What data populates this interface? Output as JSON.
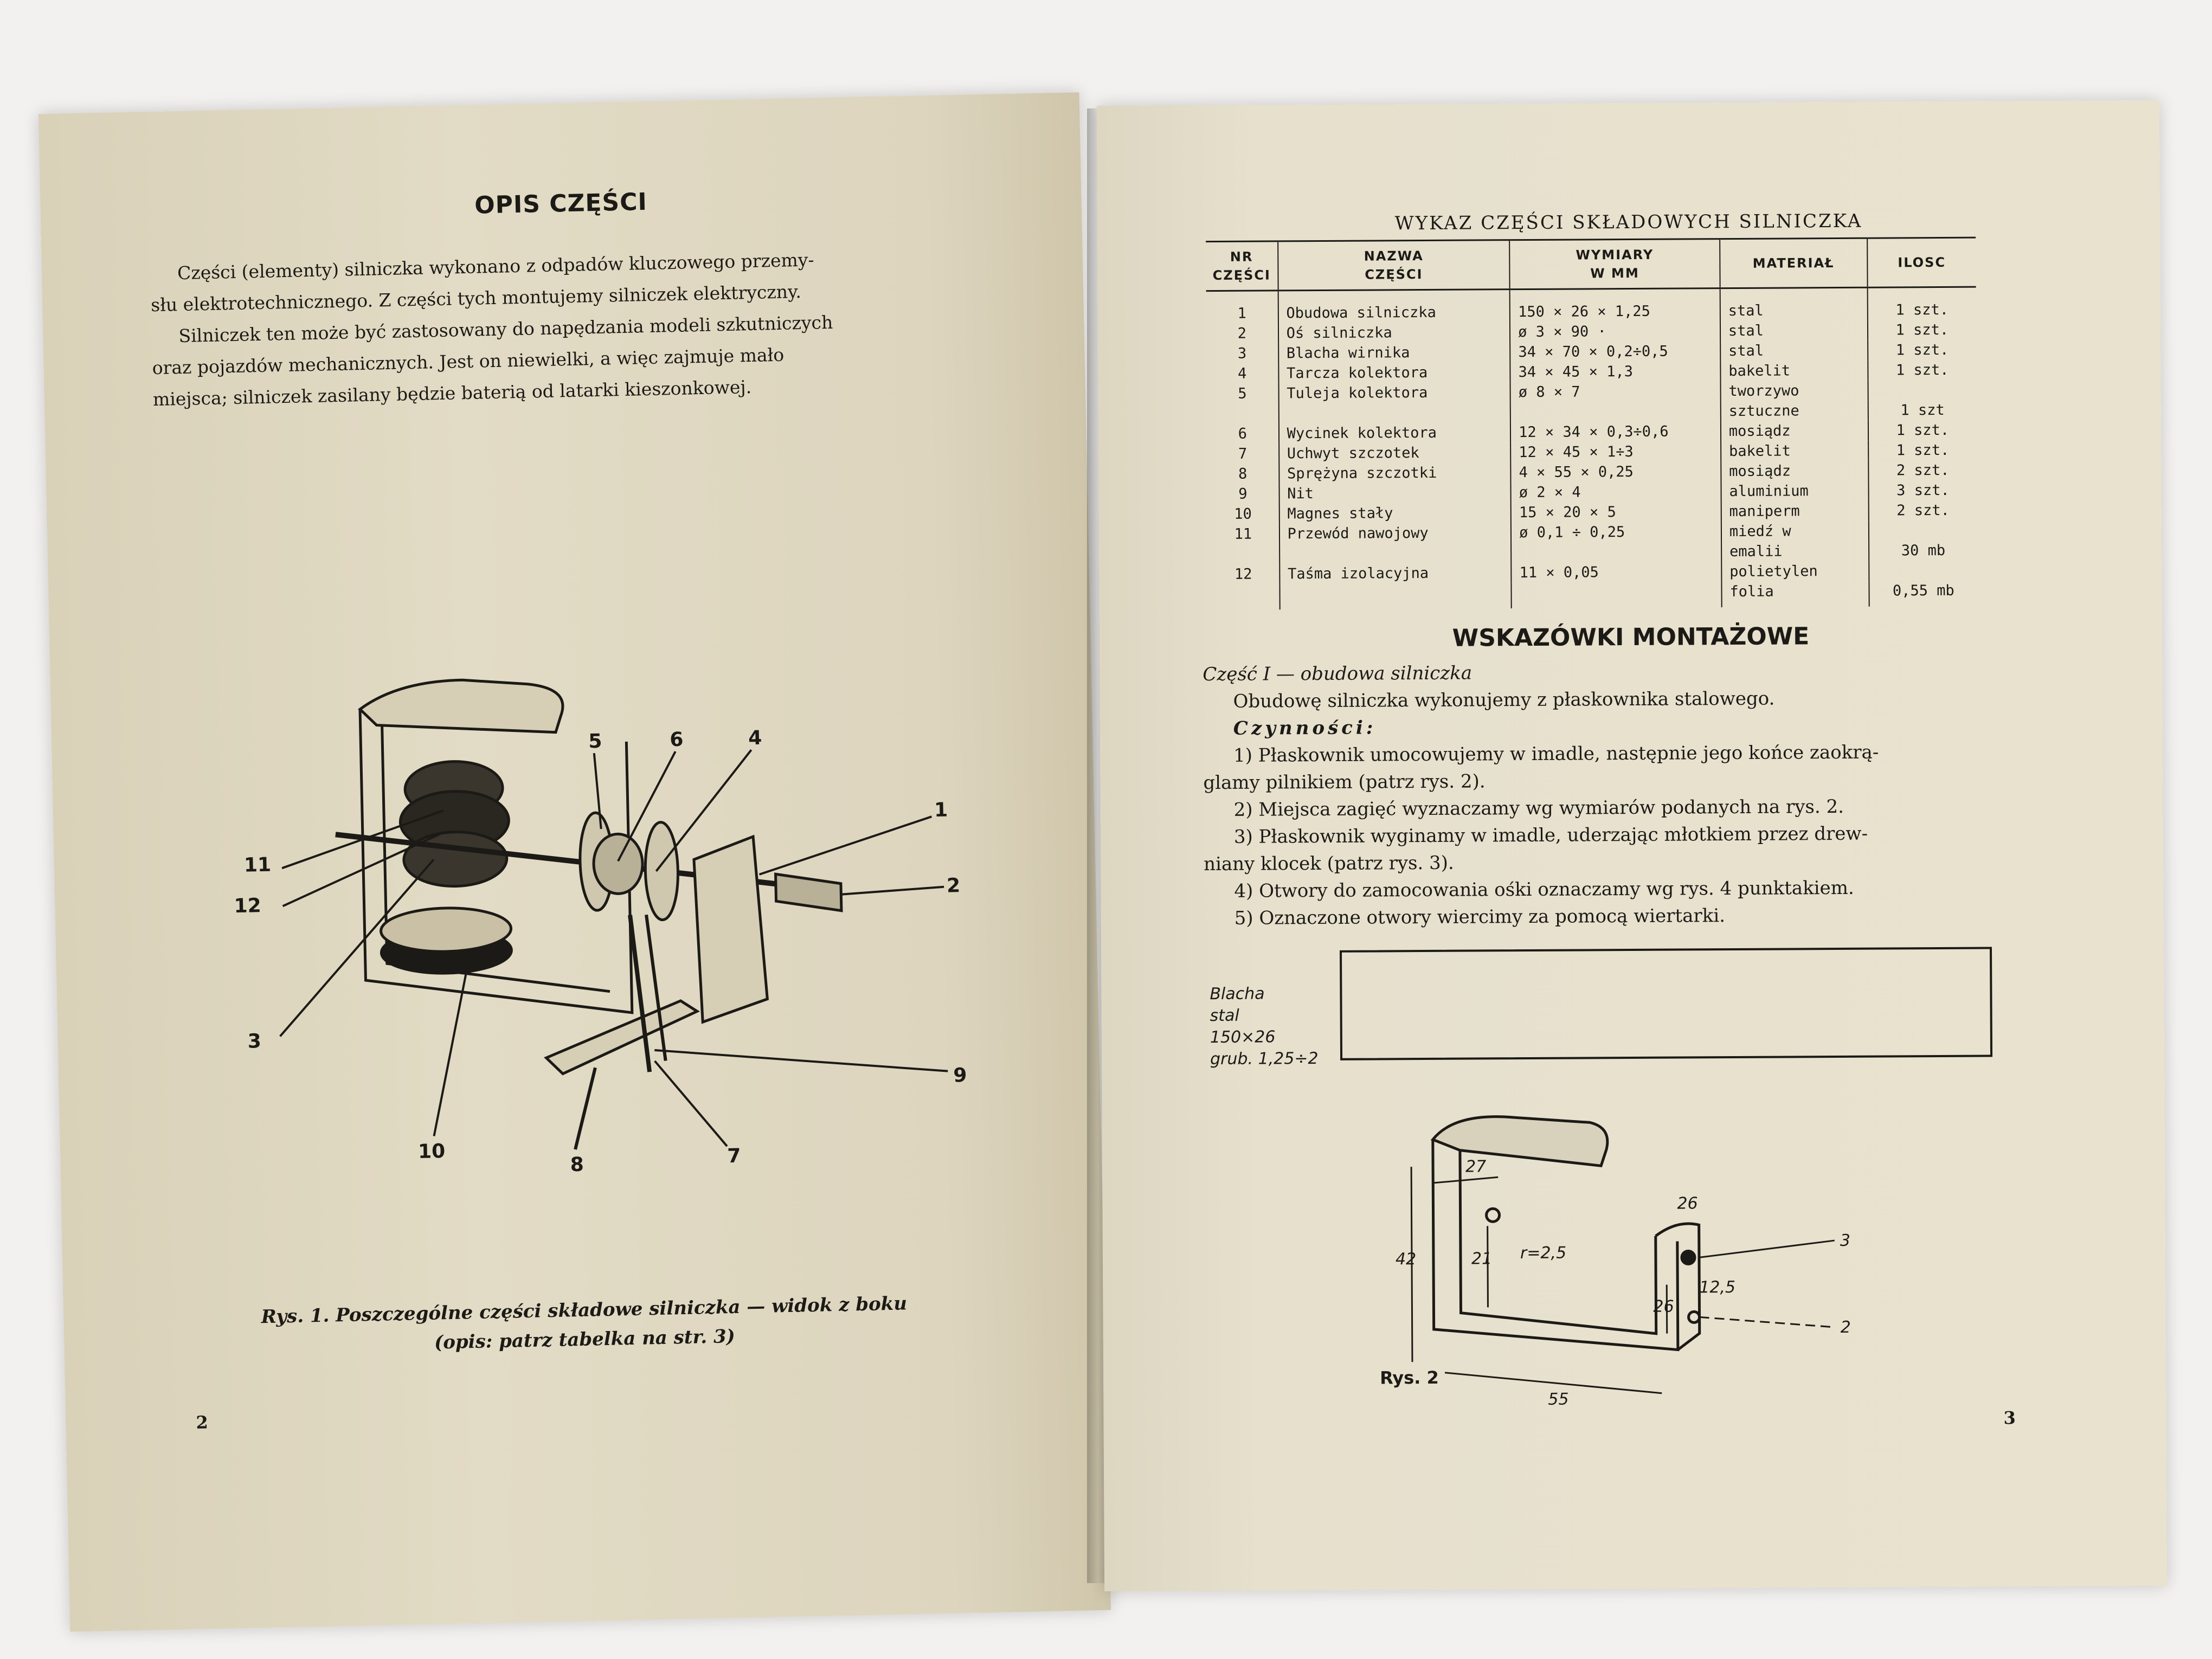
{
  "left_page": {
    "title": "OPIS CZĘŚCI",
    "intro_lines": [
      "Części (elementy) silniczka wykonano z odpadów kluczowego przemy-",
      "słu elektrotechnicznego. Z części tych montujemy silniczek elektryczny.",
      "Silniczek ten może być zastosowany do napędzania modeli szkutniczych",
      "oraz pojazdów mechanicznych. Jest on niewielki, a więc zajmuje mało",
      "miejsca; silniczek zasilany będzie baterią od latarki kieszonkowej."
    ],
    "figure_labels": {
      "l5": "5",
      "l6": "6",
      "l4": "4",
      "l11": "11",
      "l12": "12",
      "l3": "3",
      "l1": "1",
      "l2": "2",
      "l9": "9",
      "l10": "10",
      "l8": "8",
      "l7": "7"
    },
    "caption_line1": "Rys. 1. Poszczególne części składowe silniczka — widok z boku",
    "caption_line2": "(opis: patrz tabelka na str. 3)",
    "page_number": "2"
  },
  "right_page": {
    "table_title": "WYKAZ CZĘŚCI SKŁADOWYCH SILNICZKA",
    "headers": {
      "nr": [
        "NR",
        "CZĘŚCI"
      ],
      "name": [
        "NAZWA",
        "CZĘŚCI"
      ],
      "dims": [
        "WYMIARY",
        "W MM"
      ],
      "material": [
        "MATERIAŁ"
      ],
      "qty": [
        "ILOSC"
      ]
    },
    "rows": [
      {
        "nr": "1",
        "name": "Obudowa silniczka",
        "dims": "150 × 26 × 1,25",
        "material": "stal",
        "qty": "1 szt."
      },
      {
        "nr": "2",
        "name": "Oś silniczka",
        "dims": "ø 3 × 90 ·",
        "material": "stal",
        "qty": "1 szt."
      },
      {
        "nr": "3",
        "name": "Blacha wirnika",
        "dims": "34 × 70 × 0,2÷0,5",
        "material": "stal",
        "qty": "1 szt."
      },
      {
        "nr": "4",
        "name": "Tarcza kolektora",
        "dims": "34 × 45 × 1,3",
        "material": "bakelit",
        "qty": "1 szt."
      },
      {
        "nr": "5",
        "name": "Tuleja kolektora",
        "dims": "ø 8 × 7",
        "material": "tworzywo",
        "qty": ""
      },
      {
        "nr": "",
        "name": "",
        "dims": "",
        "material": "sztuczne",
        "qty": "1 szt"
      },
      {
        "nr": "6",
        "name": "Wycinek kolektora",
        "dims": "12 × 34 × 0,3÷0,6",
        "material": "mosiądz",
        "qty": "1 szt."
      },
      {
        "nr": "7",
        "name": "Uchwyt szczotek",
        "dims": "12 × 45 × 1÷3",
        "material": "bakelit",
        "qty": "1 szt."
      },
      {
        "nr": "8",
        "name": "Sprężyna szczotki",
        "dims": "4 × 55 × 0,25",
        "material": "mosiądz",
        "qty": "2 szt."
      },
      {
        "nr": "9",
        "name": "Nit",
        "dims": "ø 2 × 4",
        "material": "aluminium",
        "qty": "3 szt."
      },
      {
        "nr": "10",
        "name": "Magnes stały",
        "dims": "15 × 20 × 5",
        "material": "maniperm",
        "qty": "2 szt."
      },
      {
        "nr": "11",
        "name": "Przewód nawojowy",
        "dims": "ø 0,1 ÷ 0,25",
        "material": "miedź w",
        "qty": ""
      },
      {
        "nr": "",
        "name": "",
        "dims": "",
        "material": "emalii",
        "qty": "30 mb"
      },
      {
        "nr": "12",
        "name": "Taśma izolacyjna",
        "dims": "11 × 0,05",
        "material": "polietylen",
        "qty": ""
      },
      {
        "nr": "",
        "name": "",
        "dims": "",
        "material": "folia",
        "qty": "0,55 mb"
      }
    ],
    "assembly_title": "WSKAZÓWKI MONTAŻOWE",
    "assembly_subtitle": "Część I — obudowa silniczka",
    "assembly_intro": "Obudowę silniczka wykonujemy z płaskownika stalowego.",
    "actions_label": "Czynności:",
    "steps": [
      "1) Płaskownik umocowujemy w imadle, następnie jego końce zaokrą-",
      "glamy pilnikiem (patrz rys. 2).",
      "2) Miejsca zagięć wyznaczamy wg wymiarów podanych na rys. 2.",
      "3) Płaskownik wyginamy w imadle, uderzając młotkiem przez drew-",
      "niany klocek (patrz rys. 3).",
      "4) Otwory do zamocowania ośki oznaczamy wg rys. 4 punktakiem.",
      "5) Oznaczone otwory wiercimy za pomocą wiertarki."
    ],
    "handnote": [
      "Blacha",
      "stal",
      "150×26",
      "grub. 1,25÷2"
    ],
    "fig2_dims": {
      "d27": "27",
      "d42": "42",
      "d21": "21",
      "dr": "r=2,5",
      "d26a": "26",
      "d125": "12,5",
      "d26b": "26",
      "d55": "55",
      "l3": "3",
      "l2": "2"
    },
    "fig2_caption": "Rys. 2",
    "page_number": "3"
  }
}
